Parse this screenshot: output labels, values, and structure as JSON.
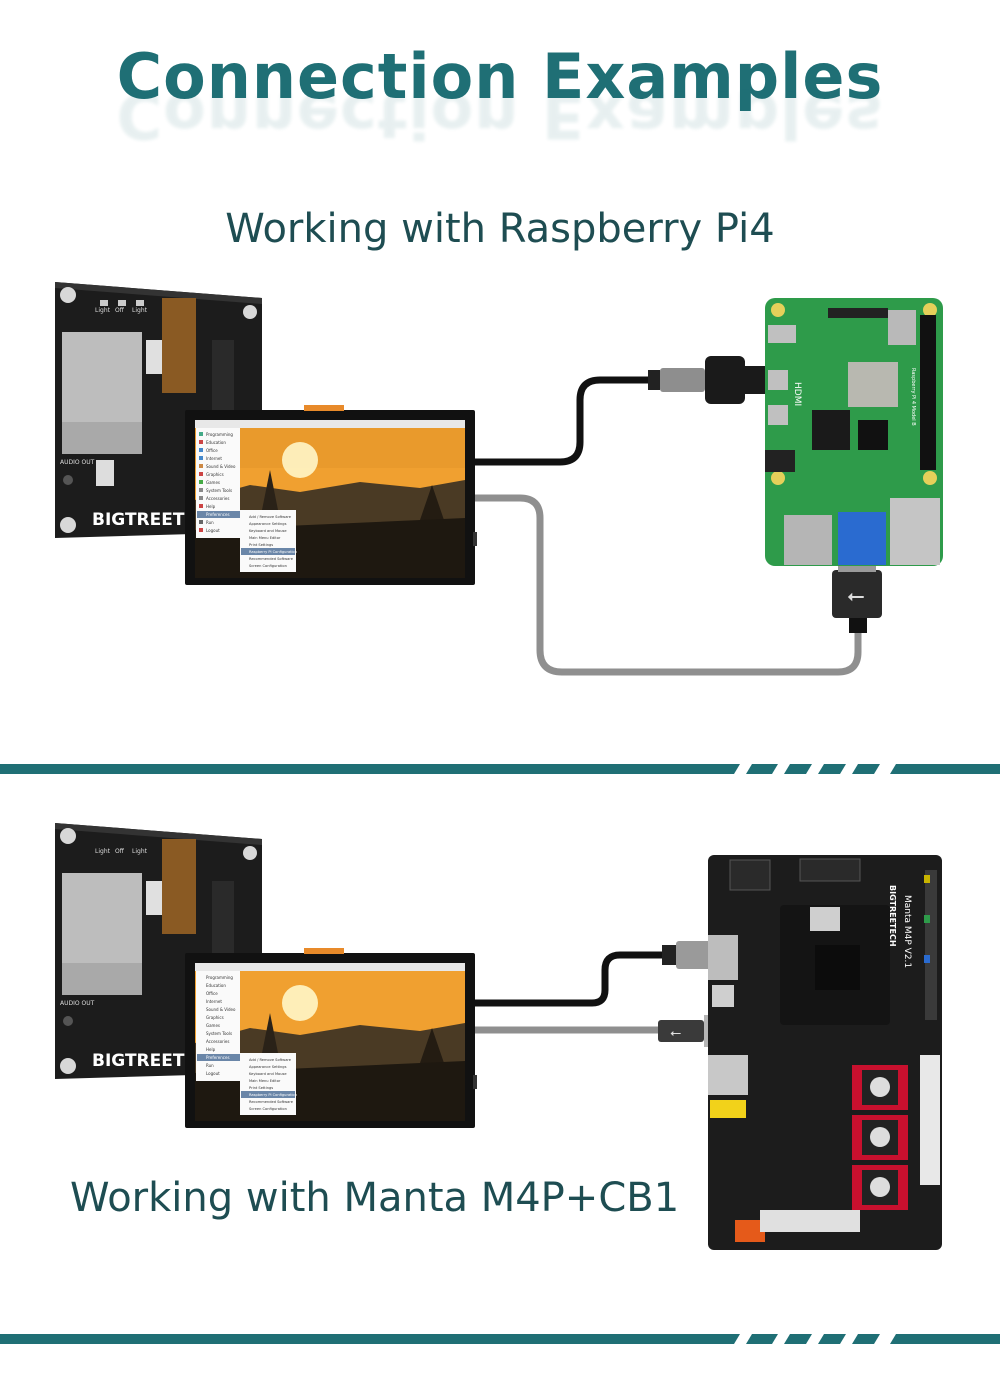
{
  "header": {
    "title": "Connection Examples"
  },
  "section_pi4": {
    "caption": "Working with Raspberry Pi4",
    "board_label": "Raspberry Pi 4 Model B",
    "hdmi_label": "HDMI"
  },
  "section_manta": {
    "caption": "Working with Manta M4P+CB1",
    "board_label": "Manta M4P V2.1",
    "brand": "BIGTREETECH"
  },
  "display_module": {
    "brand": "BIGTREETECH",
    "pcb_labels": [
      "Light",
      "Off",
      "Light",
      "AUDIO OUT"
    ]
  },
  "screen_menu": {
    "items": [
      "Programming",
      "Education",
      "Office",
      "Internet",
      "Sound & Video",
      "Graphics",
      "Games",
      "System Tools",
      "Accessories",
      "Help",
      "Preferences",
      "Run",
      "Logout"
    ],
    "submenu": [
      "Add / Remove Software",
      "Appearance Settings",
      "Keyboard and Mouse",
      "Main Menu Editor",
      "Print Settings",
      "Raspberry Pi Configuration",
      "Recommended Software",
      "Screen Configuration"
    ]
  },
  "colors": {
    "teal": "#1f6f75",
    "text_dark": "#1e4d52",
    "pcb_green": "#2e9b4a",
    "pcb_black": "#1c1c1c",
    "cable_black": "#111111",
    "cable_gray": "#8f8f8f"
  }
}
